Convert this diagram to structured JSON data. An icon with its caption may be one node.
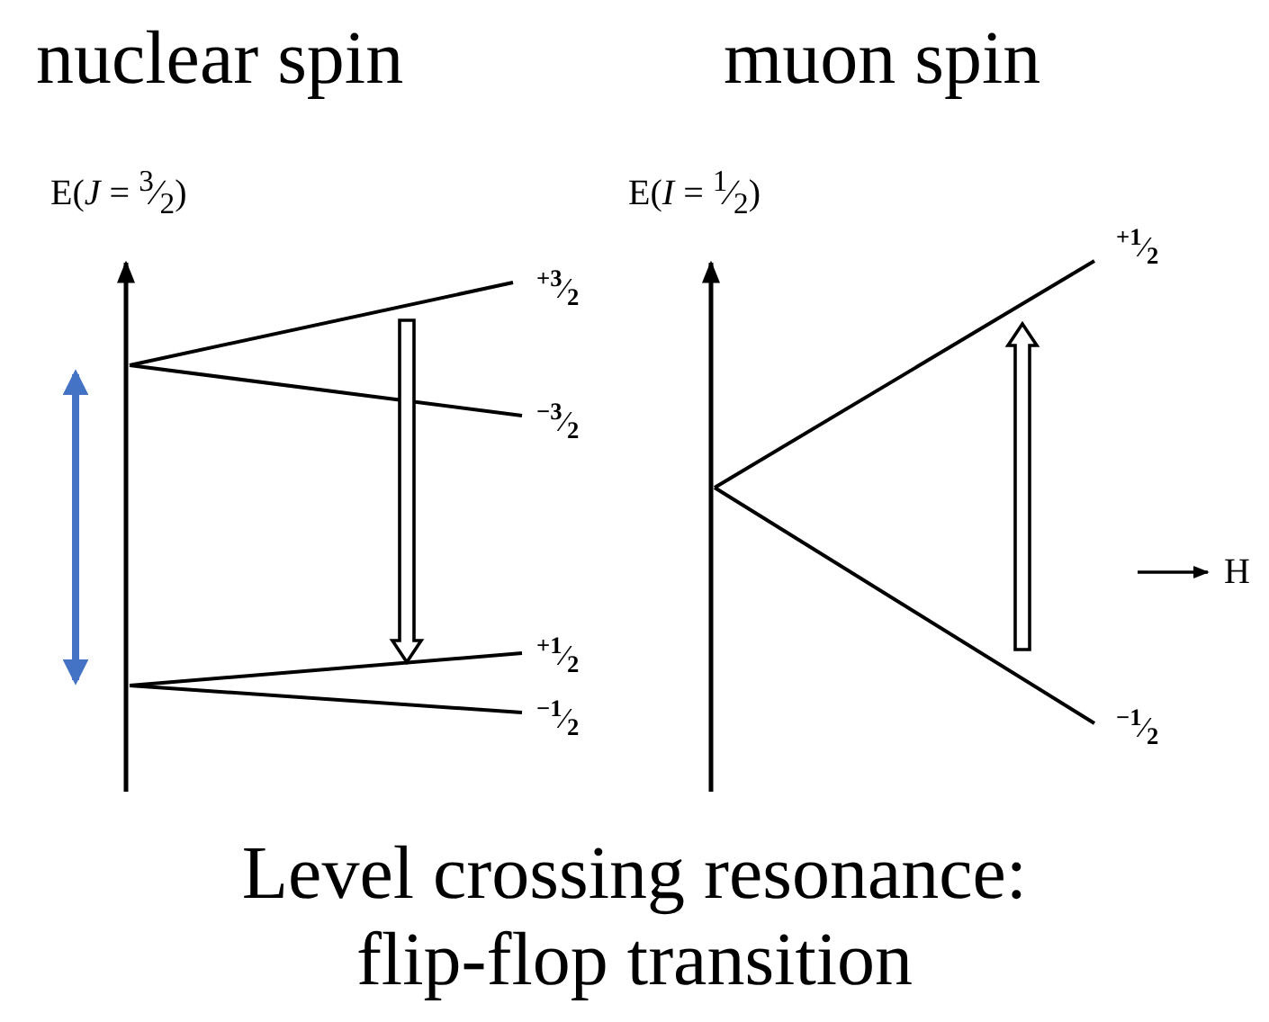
{
  "diagram": {
    "caption": "Level crossing resonance: flip-flop transition",
    "labels": [
      "nuclear spin",
      "muon spin",
      "E(*J* = $^{3}$⁄$_{2}$)",
      "E(*I* = $^{1}$⁄$_{2}$)",
      "$^{+3}$⁄$_{2}$",
      "$^{−3}$⁄$_{2}$",
      "$^{+1}$⁄$_{2}$",
      "$^{−1}$⁄$_{2}$",
      "$^{+1}$⁄$_{2}$",
      "$^{−1}$⁄$_{2}$",
      "H"
    ]
  }
}
